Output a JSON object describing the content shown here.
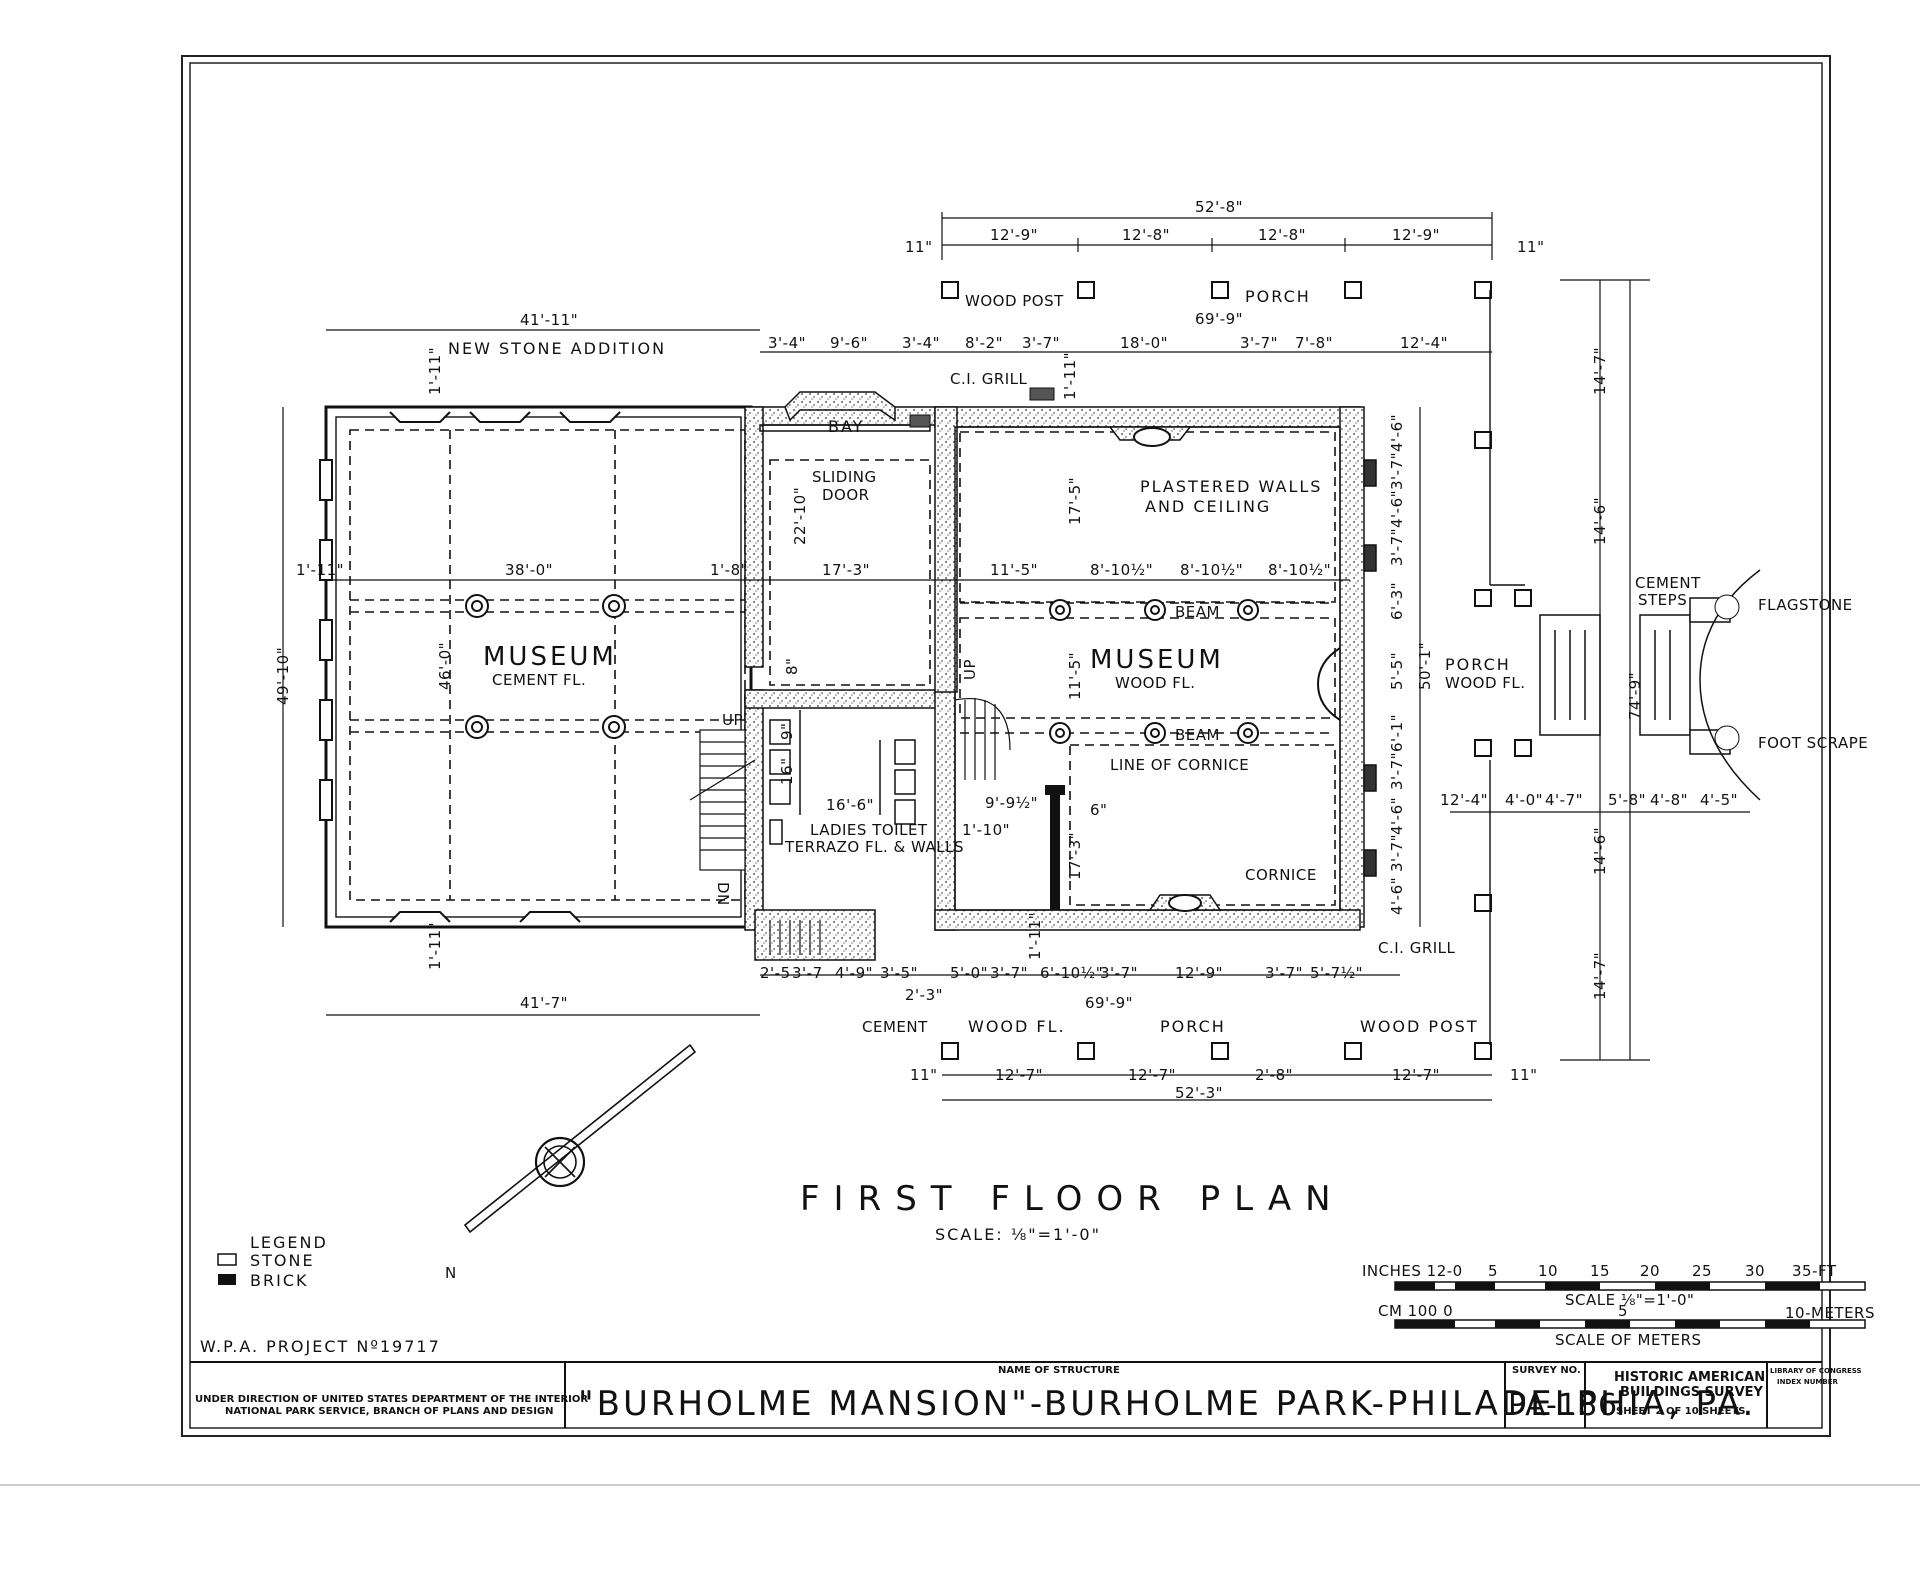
{
  "overall": {
    "top_52_8": "52'-8\"",
    "bays_top": [
      "12'-9\"",
      "12'-8\"",
      "12'-8\"",
      "12'-9\""
    ],
    "eleven": "11\"",
    "porch_top": "PORCH",
    "wood_post": "WOOD POST",
    "s69_9": "69'-9\"",
    "addition_41_11": "41'-11\"",
    "new_addition": "NEW STONE ADDITION",
    "row2": [
      "3'-4\"",
      "9'-6\"",
      "3'-4\"",
      "8'-2\"",
      "3'-7\"",
      "18'-0\"",
      "3'-7\"",
      "7'-8\"",
      "12'-4\""
    ],
    "ci_grill": "C.I. GRILL",
    "one_11": "1'-11\"",
    "bay": "BAY",
    "sliding_door": [
      "SLIDING",
      "DOOR"
    ],
    "plastered": [
      "PLASTERED WALLS",
      "AND CEILING"
    ],
    "d22_10": "22'-10\"",
    "d17_5": "17'-5\"",
    "mid_row": [
      "1'-11\"",
      "38'-0\"",
      "1'-8\"",
      "17'-3\"",
      "11'-5\"",
      "8'-10½\"",
      "8'-10½\"",
      "8'-10½\""
    ],
    "beam": "BEAM",
    "museum1": [
      "MUSEUM",
      "CEMENT FL."
    ],
    "museum2": [
      "MUSEUM",
      "WOOD FL."
    ],
    "d49_10": "49'-10\"",
    "d46_0": "46'-0\"",
    "d11_5": "11'-5\"",
    "d50_1": "50'-1\"",
    "d74_9": "74'-9\"",
    "right_col": [
      "14'-7\"",
      "14'-6\"",
      "14'-6\"",
      "14'-7\""
    ],
    "wall_col": [
      "4'-6\"",
      "3'-7\"",
      "4'-6\"",
      "3'-7\"",
      "6'-3\"",
      "5'-5\"",
      "6'-1\"",
      "3'-7\"",
      "4'-6\"",
      "3'-7\"",
      "4'-6\""
    ],
    "porch_wood": [
      "PORCH",
      "WOOD FL."
    ],
    "cement_steps": [
      "CEMENT",
      "STEPS"
    ],
    "flagstone": "FLAGSTONE",
    "foot_scrape": "FOOT SCRAPE",
    "side_dims": [
      "12'-4\"",
      "4'-0\"",
      "4'-7\"",
      "5'-8\"",
      "4'-8\"",
      "4'-5\""
    ],
    "line_cornice": "LINE OF CORNICE",
    "cornice": "CORNICE",
    "ci_grill2": "C.I. GRILL",
    "d16_6": "16'-6\"",
    "d9_9": "9'-9½\"",
    "d1_10": "1'-10\"",
    "d6": "6\"",
    "d17_3b": "17'-3\"",
    "ladies": [
      "LADIES TOILET",
      "TERRAZO FL. & WALLS"
    ],
    "up": "UP",
    "dn": "DN",
    "d9": "9\"",
    "d16": "16\"",
    "d8": "8\"",
    "d1_11b": "1'-11\"",
    "bottom_row": [
      "2'-5",
      "3'-7",
      "4'-9\"",
      "3'-5\"",
      "5'-0\"",
      "3'-7\"",
      "6'-10½\"",
      "3'-7\"",
      "12'-9\"",
      "3'-7\"",
      "5'-7½\""
    ],
    "d2_3": "2'-3\"",
    "addition_41_7": "41'-7\"",
    "cement": "CEMENT",
    "wood_fl": "WOOD FL.",
    "porch_bottom": "PORCH",
    "wood_post_b": "WOOD POST",
    "bays_bottom": [
      "12'-7\"",
      "12'-7\"",
      "2'-8\"",
      "12'-7\""
    ],
    "bottom_52_3": "52'-3\""
  },
  "title": {
    "main": "FIRST FLOOR PLAN",
    "scale": "SCALE: ⅛\"=1'-0\""
  },
  "legend": {
    "heading": "LEGEND",
    "items": [
      "STONE",
      "BRICK"
    ]
  },
  "north": "N",
  "scales": {
    "inches_label": "INCHES 12-0",
    "ticks_ft": [
      "5",
      "10",
      "15",
      "20",
      "25",
      "30",
      "35-FT"
    ],
    "ft_caption": "SCALE ⅛\"=1'-0\"",
    "cm_label": "CM 100 0",
    "cm_mid": "5",
    "cm_end": "10-METERS",
    "m_caption": "SCALE OF METERS"
  },
  "project": "W.P.A. PROJECT Nº19717",
  "titleblock": {
    "direction": [
      "UNDER DIRECTION OF UNITED STATES DEPARTMENT OF THE INTERIOR",
      "NATIONAL PARK SERVICE, BRANCH OF PLANS AND DESIGN"
    ],
    "name_label": "NAME OF STRUCTURE",
    "name": "\"BURHOLME MANSION\"-BURHOLME PARK-PHILADELPHIA, PA.",
    "survey_label": "SURVEY NO.",
    "survey": "PA-186",
    "habs": [
      "HISTORIC AMERICAN",
      "BUILDINGS SURVEY"
    ],
    "sheet": "SHEET 2 OF 10 SHEETS",
    "loc": [
      "LIBRARY OF CONGRESS",
      "INDEX NUMBER"
    ]
  }
}
